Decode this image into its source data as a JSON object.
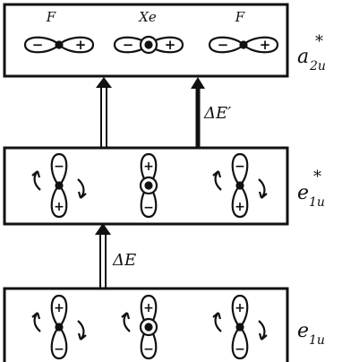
{
  "atoms": {
    "left": "F",
    "center": "Xe",
    "right": "F"
  },
  "levels": {
    "top": {
      "name": "a",
      "sub": "2u",
      "sup": "*"
    },
    "middle": {
      "name": "e",
      "sub": "1u",
      "sup": "*"
    },
    "bottom": {
      "name": "e",
      "sub": "1u",
      "sup": ""
    }
  },
  "transitions": {
    "lower": "ΔE",
    "upper": "ΔE′"
  },
  "signs": {
    "plus": "+",
    "minus": "−"
  }
}
